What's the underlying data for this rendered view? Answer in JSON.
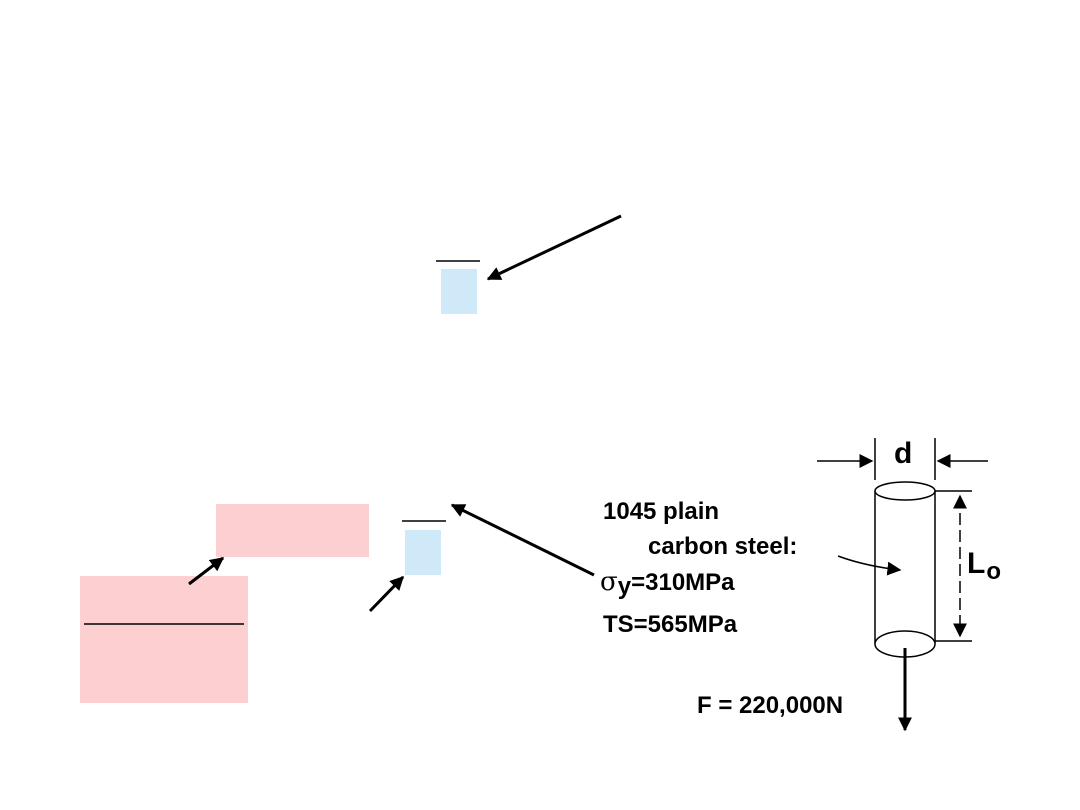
{
  "labels": {
    "diameter": "d",
    "length_main": "L",
    "length_sub": "o",
    "material_line1": "1045 plain",
    "material_line2": "carbon steel:",
    "yield_symbol": "σ",
    "yield_sub": "y",
    "yield_value": "=310MPa",
    "tensile_strength": "TS=565MPa",
    "force": "F = 220,000N"
  },
  "colors": {
    "blue_box": "#cfe9f8",
    "pink_box": "#fcd0d0",
    "line": "#000000"
  }
}
